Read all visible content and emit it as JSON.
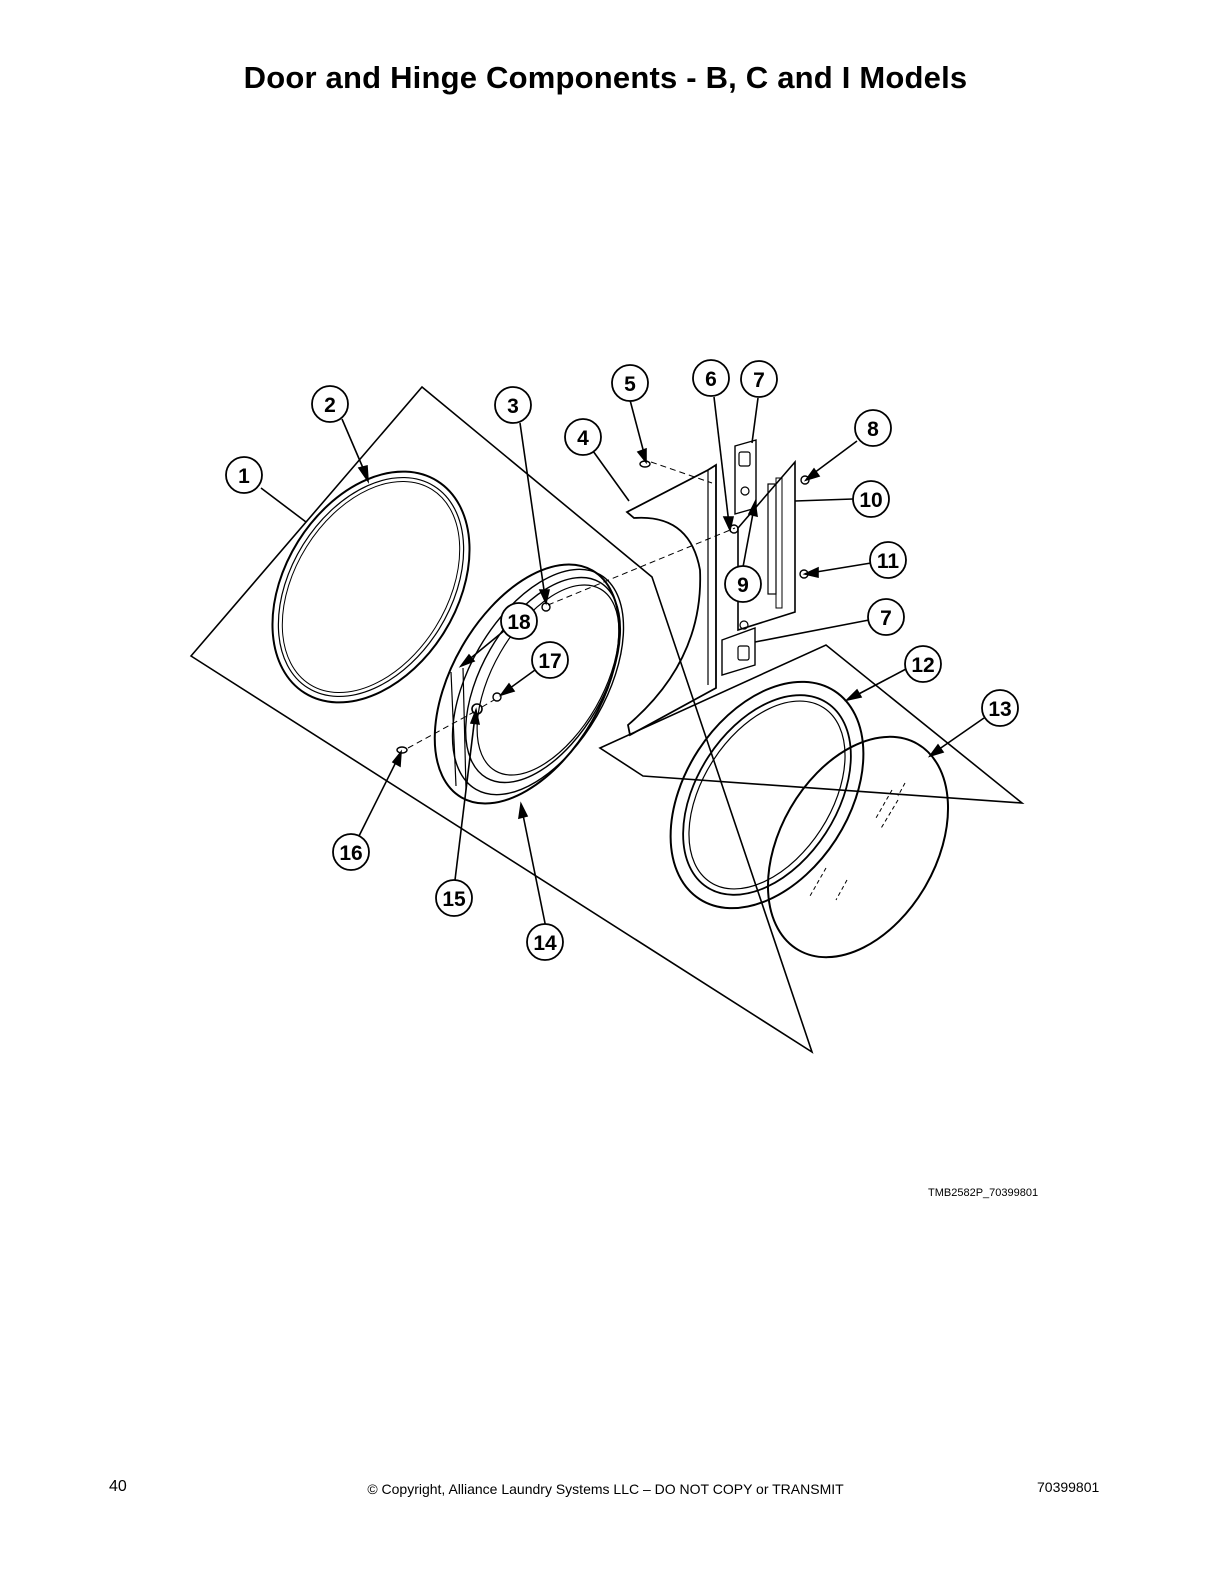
{
  "page": {
    "title": "Door and Hinge Components - B, C and I Models",
    "figure_code": "TMB2582P_70399801",
    "page_number": "40",
    "copyright": "© Copyright, Alliance Laundry Systems LLC – DO NOT COPY or TRANSMIT",
    "document_number": "70399801"
  },
  "callouts": {
    "c1": "1",
    "c2": "2",
    "c3": "3",
    "c4": "4",
    "c5": "5",
    "c6": "6",
    "c7a": "7",
    "c7b": "7",
    "c8": "8",
    "c9": "9",
    "c10": "10",
    "c11": "11",
    "c12": "12",
    "c13": "13",
    "c14": "14",
    "c15": "15",
    "c16": "16",
    "c17": "17",
    "c18": "18"
  }
}
